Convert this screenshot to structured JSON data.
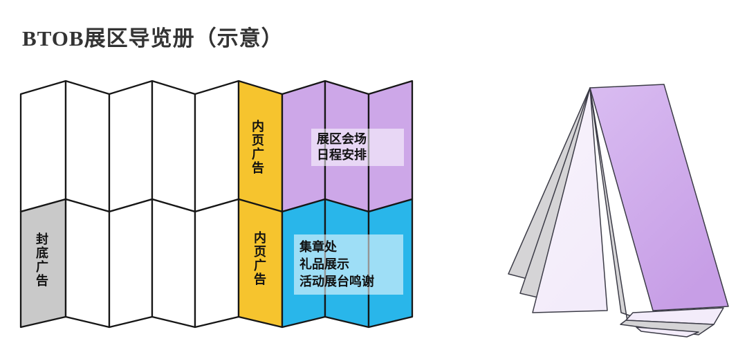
{
  "title": "BTOB展区导览册（示意）",
  "colors": {
    "panel_yellow": "#F6C42E",
    "panel_purple": "#CDA7E8",
    "panel_blue": "#29B6EA",
    "panel_gray": "#C9C9C9",
    "panel_white": "#FFFFFF",
    "fold_line": "#161616",
    "note_overlay": "rgba(255,255,255,0.55)",
    "cover_purple": "#C79EE6",
    "cover_purple_light": "#D9BCF1",
    "sheet_gray": "#D5D4D6",
    "sheet_light": "#F3ECFA",
    "sheet_edge": "#3B3B46",
    "title_color": "#333333"
  },
  "diagram": {
    "name": "accordion-fold-brochure-layout",
    "top_row": [
      {
        "color": "panel_white",
        "label": ""
      },
      {
        "color": "panel_white",
        "label": ""
      },
      {
        "color": "panel_white",
        "label": ""
      },
      {
        "color": "panel_white",
        "label": ""
      },
      {
        "color": "panel_white",
        "label": ""
      },
      {
        "color": "panel_yellow",
        "label": "内页广告"
      },
      {
        "color": "panel_purple",
        "label": ""
      },
      {
        "color": "panel_purple",
        "label": ""
      },
      {
        "color": "panel_purple",
        "label": ""
      }
    ],
    "bottom_row": [
      {
        "color": "panel_gray",
        "label": "封底广告"
      },
      {
        "color": "panel_white",
        "label": ""
      },
      {
        "color": "panel_white",
        "label": ""
      },
      {
        "color": "panel_white",
        "label": ""
      },
      {
        "color": "panel_white",
        "label": ""
      },
      {
        "color": "panel_yellow",
        "label": "内页广告"
      },
      {
        "color": "panel_blue",
        "label": ""
      },
      {
        "color": "panel_blue",
        "label": ""
      },
      {
        "color": "panel_blue",
        "label": ""
      }
    ],
    "notes": {
      "purple_note": {
        "lines": [
          "展区会场",
          "日程安排"
        ]
      },
      "blue_note": {
        "lines": [
          "集章处",
          "礼品展示",
          "活动展台鸣谢"
        ]
      }
    }
  },
  "illustration": {
    "name": "folded-booklet-3d"
  }
}
